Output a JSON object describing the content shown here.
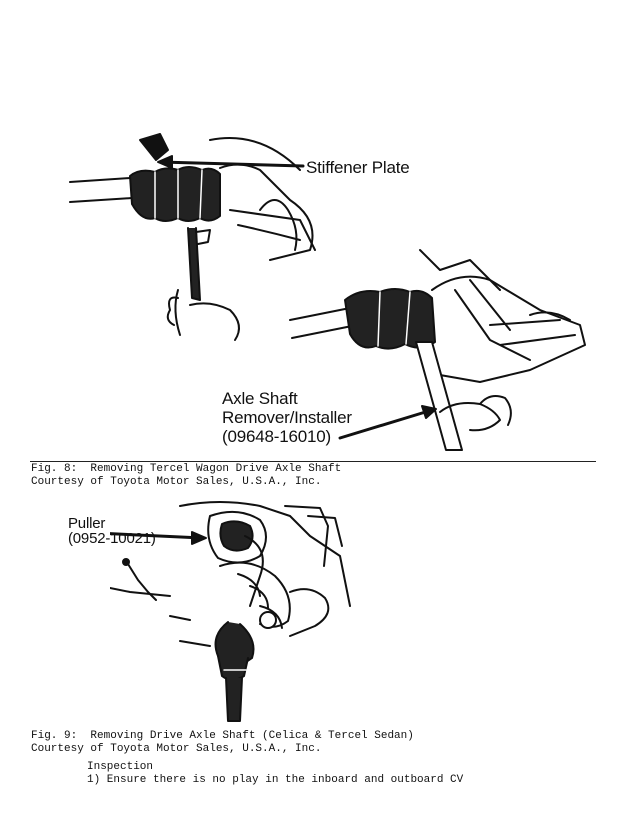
{
  "figure8": {
    "labels": {
      "stiffener_plate": "Stiffener Plate",
      "axle_line1": "Axle Shaft",
      "axle_line2": "Remover/Installer",
      "axle_line3": "(09648-16010)"
    },
    "caption": "Fig. 8:  Removing Tercel Wagon Drive Axle Shaft",
    "courtesy": "Courtesy of Toyota Motor Sales, U.S.A., Inc."
  },
  "figure9": {
    "labels": {
      "puller_line1": "Puller",
      "puller_line2": "(0952-10021)"
    },
    "caption": "Fig. 9:  Removing Drive Axle Shaft (Celica & Tercel Sedan)",
    "courtesy": "Courtesy of Toyota Motor Sales, U.S.A., Inc."
  },
  "section": {
    "heading": "Inspection",
    "step1": "1) Ensure there is no play in the inboard and outboard CV"
  }
}
